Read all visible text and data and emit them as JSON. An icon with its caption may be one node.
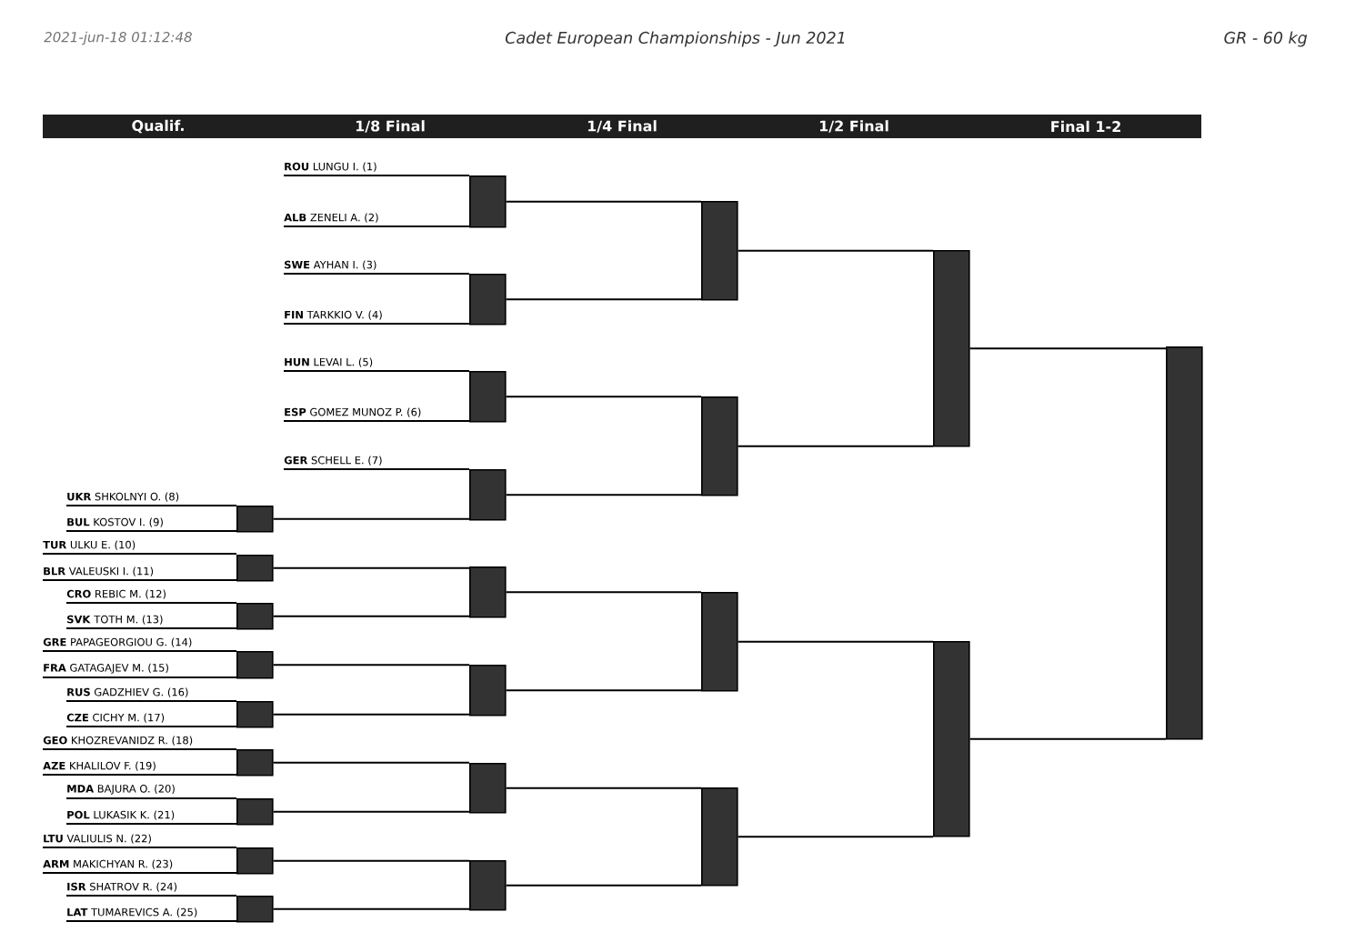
{
  "diagram": {
    "title": "Cadet European Championships - Jun 2021",
    "nodes": [
      {
        "text": [
          "**ROU** LUNGU I. (1)"
        ]
      },
      {
        "text": [
          "**ALB** ZENELI A. (2)"
        ]
      },
      {
        "text": [
          "**SWE** AYHAN I. (3)"
        ]
      },
      {
        "text": [
          "**FIN** TARKKIO V. (4)"
        ]
      },
      {
        "text": [
          "**HUN** LEVAI L. (5)"
        ]
      },
      {
        "text": [
          "**ESP** GOMEZ MUNOZ P. (6)"
        ]
      },
      {
        "text": [
          "**GER** SCHELL E. (7)"
        ]
      },
      {
        "text": [
          "**UKR** SHKOLNYI O. (8)"
        ]
      },
      {
        "text": [
          "**BUL** KOSTOV I. (9)"
        ]
      },
      {
        "text": [
          "**TUR** ULKU E. (10)"
        ]
      },
      {
        "text": [
          "**BLR** VALEUSKI I. (11)"
        ]
      },
      {
        "text": [
          "**CRO** REBIC M. (12)"
        ]
      },
      {
        "text": [
          "**SVK** TOTH M. (13)"
        ]
      },
      {
        "text": [
          "**GRE** PAPAGEORGIOU G. (14)"
        ]
      },
      {
        "text": [
          "**FRA** GATAGAJEV M. (15)"
        ]
      },
      {
        "text": [
          "**RUS** GADZHIEV G. (16)"
        ]
      },
      {
        "text": [
          "**CZE** CICHY M. (17)"
        ]
      },
      {
        "text": [
          "**GEO** KHOZREVANIDZ R. (18)"
        ]
      },
      {
        "text": [
          "**AZE** KHALILOV F. (19)"
        ]
      },
      {
        "text": [
          "**MDA** BAJURA O. (20)"
        ]
      },
      {
        "text": [
          "**POL** LUKASIK K. (21)"
        ]
      },
      {
        "text": [
          "**LTU** VALIULIS N. (22)"
        ]
      },
      {
        "text": [
          "**ARM** MAKICHYAN R. (23)"
        ]
      },
      {
        "text": [
          "**ISR** SHATROV R. (24)"
        ]
      },
      {
        "text": [
          "**LAT** TUMAREVICS A. (25)"
        ]
      },
      {
        "text": [],
        "shape": "bar"
      },
      {
        "text": [],
        "shape": "bar"
      },
      {
        "text": [],
        "shape": "bar"
      },
      {
        "text": [],
        "shape": "bar"
      },
      {
        "text": [],
        "shape": "bar"
      },
      {
        "text": [],
        "shape": "bar"
      },
      {
        "text": [],
        "shape": "bar"
      },
      {
        "text": [],
        "shape": "bar"
      },
      {
        "text": [],
        "shape": "bar"
      },
      {
        "text": [],
        "shape": "bar"
      },
      {
        "text": [],
        "shape": "bar"
      },
      {
        "text": [],
        "shape": "bar"
      },
      {
        "text": [],
        "shape": "bar"
      },
      {
        "text": [],
        "shape": "bar"
      },
      {
        "text": [],
        "shape": "bar"
      },
      {
        "text": [],
        "shape": "bar"
      },
      {
        "text": [],
        "shape": "bar"
      },
      {
        "text": [],
        "shape": "bar"
      },
      {
        "text": [],
        "shape": "bar"
      },
      {
        "text": [],
        "shape": "bar"
      },
      {
        "text": [],
        "shape": "bar"
      },
      {
        "text": [],
        "shape": "bar"
      },
      {
        "text": [],
        "shape": "bar"
      },
      {
        "text": [],
        "shape": "bar"
      }
    ],
    "edges": [
      {
        "from": 0,
        "to": 34,
        "arrow": "none"
      },
      {
        "from": 1,
        "to": 34,
        "arrow": "none"
      },
      {
        "from": 2,
        "to": 35,
        "arrow": "none"
      },
      {
        "from": 3,
        "to": 35,
        "arrow": "none"
      },
      {
        "from": 4,
        "to": 36,
        "arrow": "none"
      },
      {
        "from": 5,
        "to": 36,
        "arrow": "none"
      },
      {
        "from": 6,
        "to": 37,
        "arrow": "none"
      },
      {
        "from": 7,
        "to": 25,
        "arrow": "none"
      },
      {
        "from": 8,
        "to": 25,
        "arrow": "none"
      },
      {
        "from": 9,
        "to": 26,
        "arrow": "none"
      },
      {
        "from": 10,
        "to": 26,
        "arrow": "none"
      },
      {
        "from": 11,
        "to": 27,
        "arrow": "none"
      },
      {
        "from": 12,
        "to": 27,
        "arrow": "none"
      },
      {
        "from": 13,
        "to": 28,
        "arrow": "none"
      },
      {
        "from": 14,
        "to": 28,
        "arrow": "none"
      },
      {
        "from": 15,
        "to": 29,
        "arrow": "none"
      },
      {
        "from": 16,
        "to": 29,
        "arrow": "none"
      },
      {
        "from": 17,
        "to": 30,
        "arrow": "none"
      },
      {
        "from": 18,
        "to": 30,
        "arrow": "none"
      },
      {
        "from": 19,
        "to": 31,
        "arrow": "none"
      },
      {
        "from": 20,
        "to": 31,
        "arrow": "none"
      },
      {
        "from": 21,
        "to": 32,
        "arrow": "none"
      },
      {
        "from": 22,
        "to": 32,
        "arrow": "none"
      },
      {
        "from": 23,
        "to": 33,
        "arrow": "none"
      },
      {
        "from": 24,
        "to": 33,
        "arrow": "none"
      },
      {
        "from": 25,
        "to": 37,
        "arrow": "none"
      },
      {
        "from": 26,
        "to": 38,
        "arrow": "none"
      },
      {
        "from": 27,
        "to": 38,
        "arrow": "none"
      },
      {
        "from": 28,
        "to": 39,
        "arrow": "none"
      },
      {
        "from": 29,
        "to": 39,
        "arrow": "none"
      },
      {
        "from": 30,
        "to": 40,
        "arrow": "none"
      },
      {
        "from": 31,
        "to": 40,
        "arrow": "none"
      },
      {
        "from": 32,
        "to": 41,
        "arrow": "none"
      },
      {
        "from": 33,
        "to": 41,
        "arrow": "none"
      },
      {
        "from": 34,
        "to": 42,
        "arrow": "none"
      },
      {
        "from": 35,
        "to": 42,
        "arrow": "none"
      },
      {
        "from": 36,
        "to": 43,
        "arrow": "none"
      },
      {
        "from": 37,
        "to": 43,
        "arrow": "none"
      },
      {
        "from": 38,
        "to": 44,
        "arrow": "none"
      },
      {
        "from": 39,
        "to": 44,
        "arrow": "none"
      },
      {
        "from": 40,
        "to": 45,
        "arrow": "none"
      },
      {
        "from": 41,
        "to": 45,
        "arrow": "none"
      },
      {
        "from": 42,
        "to": 46,
        "arrow": "none"
      },
      {
        "from": 43,
        "to": 46,
        "arrow": "none"
      },
      {
        "from": 44,
        "to": 47,
        "arrow": "none"
      },
      {
        "from": 45,
        "to": 47,
        "arrow": "none"
      },
      {
        "from": 46,
        "to": 48,
        "arrow": "none"
      },
      {
        "from": 47,
        "to": 48,
        "arrow": "none"
      }
    ],
    "labels": [
      "2021-jun-18 01:12:48",
      "GR - 60 kg",
      "Qualif.",
      "1/8 Final",
      "1/4 Final",
      "1/2 Final",
      "Final 1-2"
    ]
  }
}
